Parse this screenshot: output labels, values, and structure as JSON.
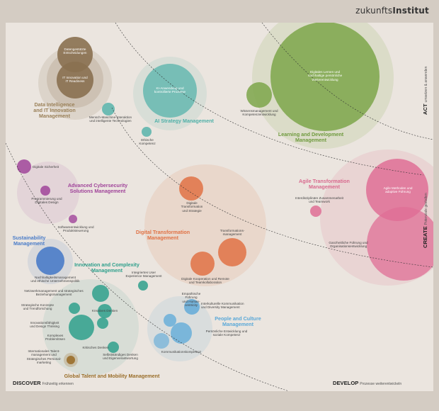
{
  "brand": {
    "prefix": "zukunfts",
    "suffix": "Institut"
  },
  "axes": {
    "act": {
      "title": "ACT",
      "sub": "umsetzen & anwenden"
    },
    "create": {
      "title": "CREATE",
      "sub": "Potenziale gestalten"
    },
    "discover": {
      "title": "DISCOVER",
      "sub": "Frühzeitig erkennen"
    },
    "develop": {
      "title": "DEVELOP",
      "sub": "Prozesse weiterentwickeln"
    }
  },
  "colors": {
    "brown": "#8a7050",
    "teal": "#4fb0a8",
    "green": "#7da64a",
    "purple": "#a0449a",
    "orange": "#e07245",
    "pink": "#df6f95",
    "blue": "#4a7cc8",
    "sky": "#5aa8d8",
    "gold": "#9a6e2a",
    "bg": "#ebe5df"
  },
  "categories": [
    {
      "id": "data",
      "text": "Data Intelligence\nand IT Innovation\nManagement",
      "color": "#9a8058"
    },
    {
      "id": "ai",
      "text": "AI Strategy Management",
      "color": "#4fb0a8"
    },
    {
      "id": "learning",
      "text": "Learning and Development\nManagement",
      "color": "#6f9a3e"
    },
    {
      "id": "cyber",
      "text": "Advanced Cybersecurity\nSolutions Management",
      "color": "#a0449a"
    },
    {
      "id": "agile",
      "text": "Agile Transformation\nManagement",
      "color": "#d86a8e"
    },
    {
      "id": "digital",
      "text": "Digital Transformation\nManagement",
      "color": "#e07245"
    },
    {
      "id": "sustain",
      "text": "Sustainability\nManagement",
      "color": "#4a7cc8"
    },
    {
      "id": "innov",
      "text": "Innovation and Complexity\nManagement",
      "color": "#2fa08c"
    },
    {
      "id": "people",
      "text": "People and Culture\nManagement",
      "color": "#5aa8d8"
    },
    {
      "id": "talent",
      "text": "Global Talent and Mobility Management",
      "color": "#9a6e2a"
    }
  ],
  "labels": [
    {
      "id": "l1",
      "text": "Datengestützte\nEntscheidungen"
    },
    {
      "id": "l2",
      "text": "IT Innovation und\nIT Readiness"
    },
    {
      "id": "l3",
      "text": "KI-Anwendung und\nkontrollierte Prozesse"
    },
    {
      "id": "l4",
      "text": "Mensch-Maschine-Interaktion\nund intelligente Technologien"
    },
    {
      "id": "l5",
      "text": "Ethische\nKompetenz"
    },
    {
      "id": "l6",
      "text": "Digitales Lernen und\nnachhaltige persönliche\nWeiterentwicklung"
    },
    {
      "id": "l7",
      "text": "Wissensmanagement und\nKompetenzentwicklung"
    },
    {
      "id": "l8",
      "text": "Digitale Sicherheit"
    },
    {
      "id": "l9",
      "text": "Programmierung und\nDigitales Design"
    },
    {
      "id": "l10",
      "text": "Softwareentwicklung und\nProduktsteuerung"
    },
    {
      "id": "l11",
      "text": "Digitale\nTransformation\nund Strategie"
    },
    {
      "id": "l12",
      "text": "Transformations-\nmanagement"
    },
    {
      "id": "l13",
      "text": "Digitale Kooperation und Remote\nund Teamkollaboration"
    },
    {
      "id": "l14",
      "text": "Interdisziplinäre Zusammenarbeit\nund Teamwork"
    },
    {
      "id": "l15",
      "text": "Agile Methoden und\nadaptive Führung"
    },
    {
      "id": "l16",
      "text": "Ganzheitliche Führung und\nOrganisationsentwicklung"
    },
    {
      "id": "l17",
      "text": "Nachhaltigkeitsmanagement\nund ethische Unternehmenspolitik"
    },
    {
      "id": "l18",
      "text": "Integriertes User\nExperience Management"
    },
    {
      "id": "l19",
      "text": "Netzwerkmanagement und strategisches\nBeziehungsmanagement"
    },
    {
      "id": "l20",
      "text": "Strategische Konzepte\nund Trendforschung"
    },
    {
      "id": "l21",
      "text": "Kreatives Denken"
    },
    {
      "id": "l22",
      "text": "Innovationsfähigkeit\nund Design Thinking"
    },
    {
      "id": "l23",
      "text": "Komplexes\nProblemlösen"
    },
    {
      "id": "l24",
      "text": "Empathische\nFührung\nund Human-\ncentricity"
    },
    {
      "id": "l25",
      "text": "Interkulturelle Kommunikation\nund Diversity Management"
    },
    {
      "id": "l26",
      "text": "Persönliche Entwicklung und\nsoziale Kompetenz"
    },
    {
      "id": "l27",
      "text": "Kritisches Denken"
    },
    {
      "id": "l28",
      "text": "Internationales Talent-\nmanagement und\nStrategisches Personal-\nmarketing"
    },
    {
      "id": "l29",
      "text": "Selbstständiges Denken\nund Eigenverantwortung"
    },
    {
      "id": "l30",
      "text": "Kommunikationskompetenz"
    }
  ]
}
